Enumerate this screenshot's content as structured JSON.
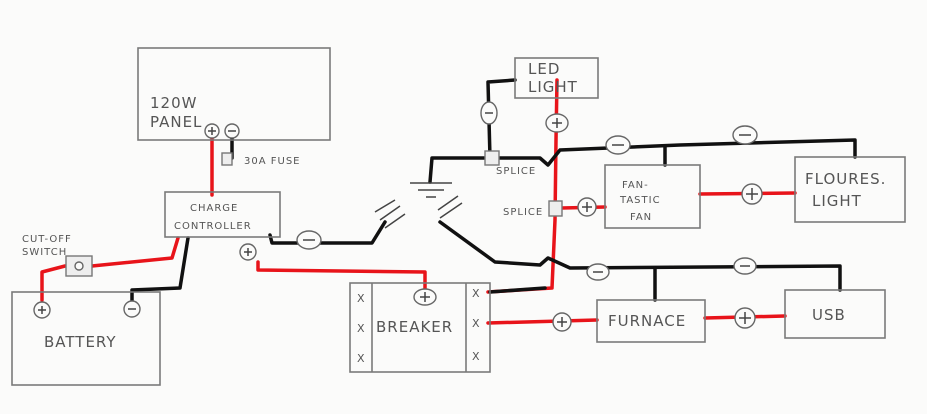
{
  "title": "Camper solar wiring diagram",
  "components": {
    "panel": {
      "line1": "120W",
      "line2": "PANEL"
    },
    "fuse": {
      "label": "30A FUSE"
    },
    "controller": {
      "line1": "CHARGE",
      "line2": "CONTROLLER"
    },
    "switch": {
      "line1": "CUT-OFF",
      "line2": "SWITCH"
    },
    "battery": {
      "label": "BATTERY"
    },
    "breaker": {
      "label": "BREAKER",
      "mark": "X"
    },
    "led": {
      "line1": "LED",
      "line2": "LIGHT"
    },
    "splice_top": {
      "label": "SPLICE"
    },
    "splice_mid": {
      "label": "SPLICE"
    },
    "fan": {
      "line1": "FAN-",
      "line2": "TASTIC",
      "line3": "FAN"
    },
    "fluor": {
      "line1": "FLOURES.",
      "line2": "LIGHT"
    },
    "furnace": {
      "label": "FURNACE"
    },
    "usb": {
      "label": "USB"
    }
  },
  "colors": {
    "positive": "#e8141a",
    "negative": "#111111",
    "pencil": "#7a7a7a"
  }
}
